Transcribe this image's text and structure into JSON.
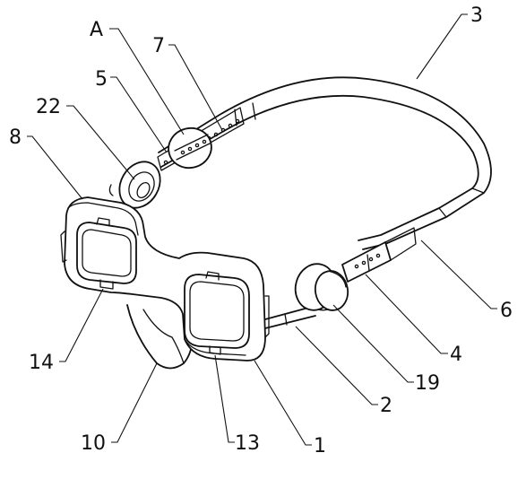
{
  "figure": {
    "labels": [
      {
        "id": "label-A",
        "text": "A"
      },
      {
        "id": "label-7",
        "text": "7"
      },
      {
        "id": "label-5",
        "text": "5"
      },
      {
        "id": "label-22",
        "text": "22"
      },
      {
        "id": "label-8",
        "text": "8"
      },
      {
        "id": "label-3",
        "text": "3"
      },
      {
        "id": "label-6",
        "text": "6"
      },
      {
        "id": "label-4",
        "text": "4"
      },
      {
        "id": "label-19",
        "text": "19"
      },
      {
        "id": "label-2",
        "text": "2"
      },
      {
        "id": "label-1",
        "text": "1"
      },
      {
        "id": "label-13",
        "text": "13"
      },
      {
        "id": "label-10",
        "text": "10"
      },
      {
        "id": "label-14",
        "text": "14"
      }
    ]
  }
}
